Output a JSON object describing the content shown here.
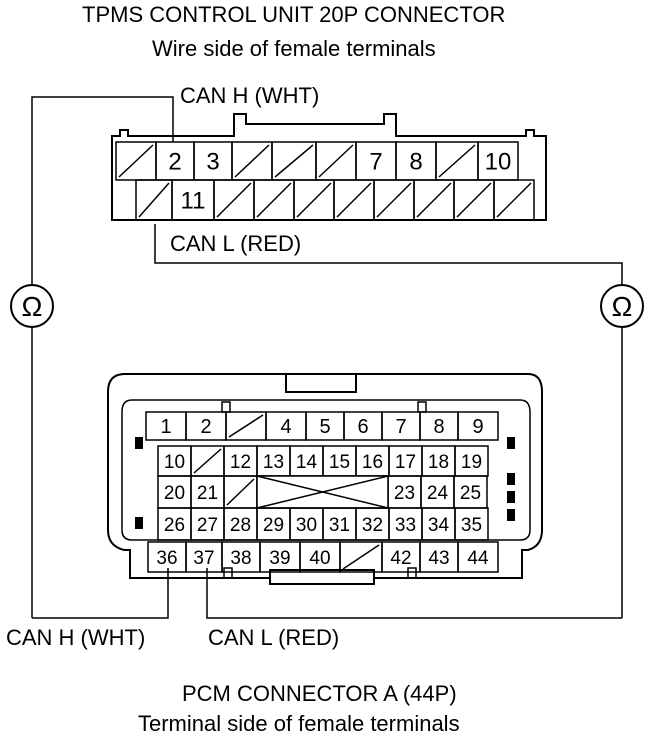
{
  "tpms": {
    "title": "TPMS CONTROL UNIT 20P CONNECTOR",
    "subtitle": "Wire side of female terminals",
    "can_h_label": "CAN H (WHT)",
    "can_l_label": "CAN L (RED)",
    "row1": [
      "",
      "2",
      "3",
      "",
      "",
      "",
      "7",
      "8",
      "",
      "10"
    ],
    "row2": [
      "",
      "11",
      "",
      "",
      "",
      "",
      "",
      "",
      "",
      ""
    ]
  },
  "meter_symbol": "Ω",
  "pcm": {
    "title": "PCM CONNECTOR A (44P)",
    "subtitle": "Terminal side of female terminals",
    "can_h_label": "CAN H (WHT)",
    "can_l_label": "CAN L (RED)",
    "row1": [
      "1",
      "2",
      "",
      "4",
      "5",
      "6",
      "7",
      "8",
      "9"
    ],
    "row2": [
      "10",
      "",
      "12",
      "13",
      "14",
      "15",
      "16",
      "17",
      "18",
      "19"
    ],
    "row3": [
      "20",
      "21",
      "",
      "",
      "",
      "",
      "",
      "23",
      "24",
      "25"
    ],
    "row4": [
      "26",
      "27",
      "28",
      "29",
      "30",
      "31",
      "32",
      "33",
      "34",
      "35"
    ],
    "row5": [
      "36",
      "37",
      "38",
      "39",
      "40",
      "",
      "42",
      "43",
      "44"
    ]
  }
}
